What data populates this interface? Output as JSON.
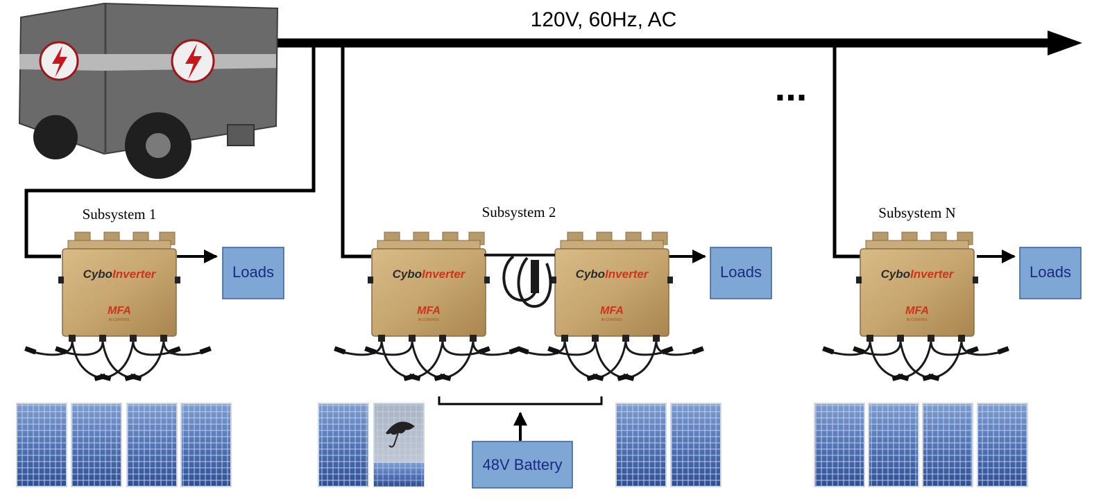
{
  "bus": {
    "label": "120V, 60Hz, AC"
  },
  "ellipsis": "...",
  "subsystems": [
    {
      "title": "Subsystem 1",
      "loads_label": "Loads"
    },
    {
      "title": "Subsystem 2",
      "loads_label": "Loads"
    },
    {
      "title": "Subsystem N",
      "loads_label": "Loads"
    }
  ],
  "battery": {
    "label": "48V Battery"
  },
  "inverter": {
    "brand_part1": "Cybo",
    "brand_part2": "Inverter",
    "maker": "MFA",
    "maker_tagline": "IN CONTROL"
  },
  "generator": {
    "icon": "lightning-bolt-icon"
  },
  "colors": {
    "wire": "#000000",
    "loads_fill": "#7fa7d6",
    "loads_text": "#1a2a80",
    "inverter_body": "#c7a66f",
    "inverter_brand_dark": "#2b2b2b",
    "inverter_brand_accent": "#c8361d",
    "generator_body": "#6a6a6a",
    "generator_stripe": "#b9b9b9",
    "bolt": "#c8161d",
    "solar_cell": "#3a5fa3"
  }
}
